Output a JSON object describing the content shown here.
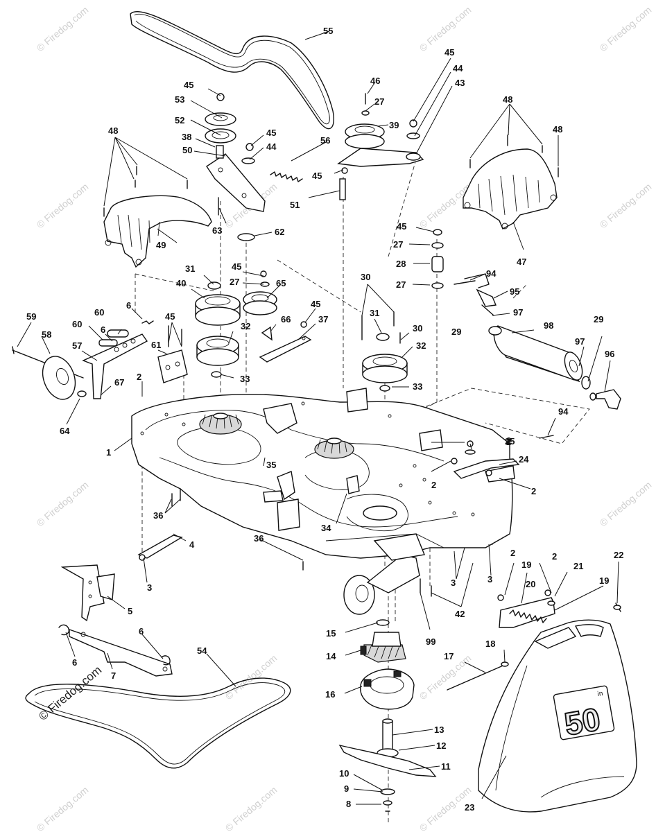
{
  "watermark": {
    "small": "© Firedog.com",
    "large": "© Firedog.com"
  },
  "deck_badge": {
    "size": "50",
    "unit": "in"
  },
  "callouts": [
    {
      "id": "c1",
      "label": "1"
    },
    {
      "id": "c2a",
      "label": "2"
    },
    {
      "id": "c2b",
      "label": "2"
    },
    {
      "id": "c2c",
      "label": "2"
    },
    {
      "id": "c2d",
      "label": "2"
    },
    {
      "id": "c2e",
      "label": "2"
    },
    {
      "id": "c2f",
      "label": "2"
    },
    {
      "id": "c3a",
      "label": "3"
    },
    {
      "id": "c3b",
      "label": "3"
    },
    {
      "id": "c3c",
      "label": "3"
    },
    {
      "id": "c4",
      "label": "4"
    },
    {
      "id": "c5",
      "label": "5"
    },
    {
      "id": "c6a",
      "label": "6"
    },
    {
      "id": "c6b",
      "label": "6"
    },
    {
      "id": "c6c",
      "label": "6"
    },
    {
      "id": "c6d",
      "label": "6"
    },
    {
      "id": "c7",
      "label": "7"
    },
    {
      "id": "c8",
      "label": "8"
    },
    {
      "id": "c9",
      "label": "9"
    },
    {
      "id": "c10",
      "label": "10"
    },
    {
      "id": "c11",
      "label": "11"
    },
    {
      "id": "c12",
      "label": "12"
    },
    {
      "id": "c13",
      "label": "13"
    },
    {
      "id": "c14",
      "label": "14"
    },
    {
      "id": "c15",
      "label": "15"
    },
    {
      "id": "c16",
      "label": "16"
    },
    {
      "id": "c17",
      "label": "17"
    },
    {
      "id": "c18",
      "label": "18"
    },
    {
      "id": "c19a",
      "label": "19"
    },
    {
      "id": "c19b",
      "label": "19"
    },
    {
      "id": "c20",
      "label": "20"
    },
    {
      "id": "c21",
      "label": "21"
    },
    {
      "id": "c22",
      "label": "22"
    },
    {
      "id": "c23",
      "label": "23"
    },
    {
      "id": "c24",
      "label": "24"
    },
    {
      "id": "c25",
      "label": "25"
    },
    {
      "id": "c27a",
      "label": "27"
    },
    {
      "id": "c27b",
      "label": "27"
    },
    {
      "id": "c27c",
      "label": "27"
    },
    {
      "id": "c27d",
      "label": "27"
    },
    {
      "id": "c28",
      "label": "28"
    },
    {
      "id": "c29a",
      "label": "29"
    },
    {
      "id": "c29b",
      "label": "29"
    },
    {
      "id": "c30a",
      "label": "30"
    },
    {
      "id": "c30b",
      "label": "30"
    },
    {
      "id": "c31a",
      "label": "31"
    },
    {
      "id": "c31b",
      "label": "31"
    },
    {
      "id": "c32a",
      "label": "32"
    },
    {
      "id": "c32b",
      "label": "32"
    },
    {
      "id": "c33a",
      "label": "33"
    },
    {
      "id": "c33b",
      "label": "33"
    },
    {
      "id": "c34",
      "label": "34"
    },
    {
      "id": "c35",
      "label": "35"
    },
    {
      "id": "c36a",
      "label": "36"
    },
    {
      "id": "c36b",
      "label": "36"
    },
    {
      "id": "c37",
      "label": "37"
    },
    {
      "id": "c38",
      "label": "38"
    },
    {
      "id": "c39",
      "label": "39"
    },
    {
      "id": "c40",
      "label": "40"
    },
    {
      "id": "c42",
      "label": "42"
    },
    {
      "id": "c43",
      "label": "43"
    },
    {
      "id": "c44a",
      "label": "44"
    },
    {
      "id": "c44b",
      "label": "44"
    },
    {
      "id": "c45a",
      "label": "45"
    },
    {
      "id": "c45b",
      "label": "45"
    },
    {
      "id": "c45c",
      "label": "45"
    },
    {
      "id": "c45d",
      "label": "45"
    },
    {
      "id": "c45e",
      "label": "45"
    },
    {
      "id": "c45f",
      "label": "45"
    },
    {
      "id": "c45g",
      "label": "45"
    },
    {
      "id": "c45h",
      "label": "45"
    },
    {
      "id": "c46",
      "label": "46"
    },
    {
      "id": "c47",
      "label": "47"
    },
    {
      "id": "c48a",
      "label": "48"
    },
    {
      "id": "c48b",
      "label": "48"
    },
    {
      "id": "c48c",
      "label": "48"
    },
    {
      "id": "c49",
      "label": "49"
    },
    {
      "id": "c50",
      "label": "50"
    },
    {
      "id": "c51",
      "label": "51"
    },
    {
      "id": "c52",
      "label": "52"
    },
    {
      "id": "c53",
      "label": "53"
    },
    {
      "id": "c54",
      "label": "54"
    },
    {
      "id": "c55",
      "label": "55"
    },
    {
      "id": "c56",
      "label": "56"
    },
    {
      "id": "c57",
      "label": "57"
    },
    {
      "id": "c58",
      "label": "58"
    },
    {
      "id": "c59",
      "label": "59"
    },
    {
      "id": "c60a",
      "label": "60"
    },
    {
      "id": "c60b",
      "label": "60"
    },
    {
      "id": "c61",
      "label": "61"
    },
    {
      "id": "c62",
      "label": "62"
    },
    {
      "id": "c63",
      "label": "63"
    },
    {
      "id": "c64",
      "label": "64"
    },
    {
      "id": "c65",
      "label": "65"
    },
    {
      "id": "c66",
      "label": "66"
    },
    {
      "id": "c67",
      "label": "67"
    },
    {
      "id": "c94a",
      "label": "94"
    },
    {
      "id": "c94b",
      "label": "94"
    },
    {
      "id": "c95",
      "label": "95"
    },
    {
      "id": "c96",
      "label": "96"
    },
    {
      "id": "c97a",
      "label": "97"
    },
    {
      "id": "c97b",
      "label": "97"
    },
    {
      "id": "c98",
      "label": "98"
    },
    {
      "id": "c99",
      "label": "99"
    }
  ]
}
